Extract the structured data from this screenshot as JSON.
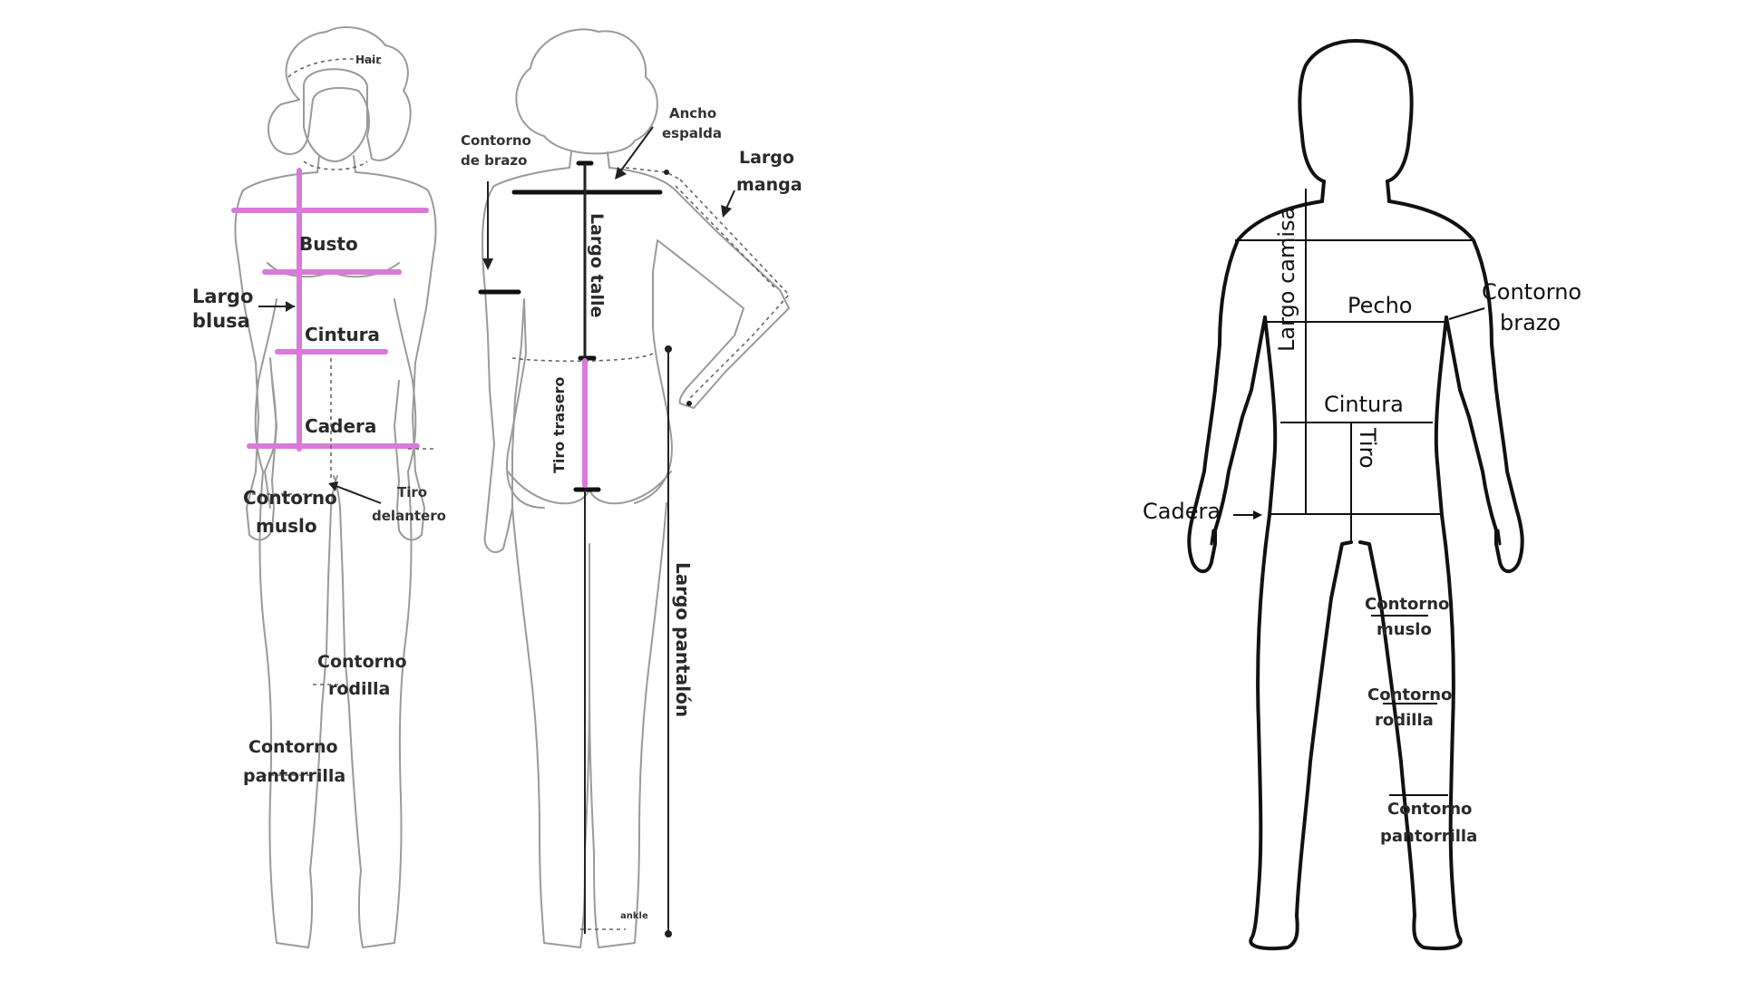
{
  "female_front": {
    "labels": {
      "hair": "Hair",
      "bust": "Busto",
      "blouse_length_1": "Largo",
      "blouse_length_2": "blusa",
      "waist": "Cintura",
      "hip": "Cadera",
      "thigh_1": "Contorno",
      "thigh_2": "muslo",
      "front_rise_1": "Tiro",
      "front_rise_2": "delantero",
      "knee_1": "Contorno",
      "knee_2": "rodilla",
      "calf_1": "Contorno",
      "calf_2": "pantorrilla"
    }
  },
  "female_back": {
    "labels": {
      "arm_1": "Contorno",
      "arm_2": "de brazo",
      "shoulder_1": "Ancho",
      "shoulder_2": "espalda",
      "sleeve_1": "Largo",
      "sleeve_2": "manga",
      "back_length": "Largo talle",
      "back_rise": "Tiro trasero",
      "pants_length": "Largo pantalón",
      "ankle": "ankle"
    }
  },
  "male": {
    "labels": {
      "shirt_length": "Largo camisa",
      "chest": "Pecho",
      "arm_1": "Contorno",
      "arm_2": "brazo",
      "waist": "Cintura",
      "rise": "Tiro",
      "hip": "Cadera",
      "thigh_1": "Contorno",
      "thigh_2": "muslo",
      "knee_1": "Contorno",
      "knee_2": "rodilla",
      "calf_1": "Contorno",
      "calf_2": "pantorrilla"
    }
  },
  "colors": {
    "measurement_highlight": "#d97ad9",
    "female_outline": "#9a9a9a",
    "male_outline": "#111111"
  }
}
